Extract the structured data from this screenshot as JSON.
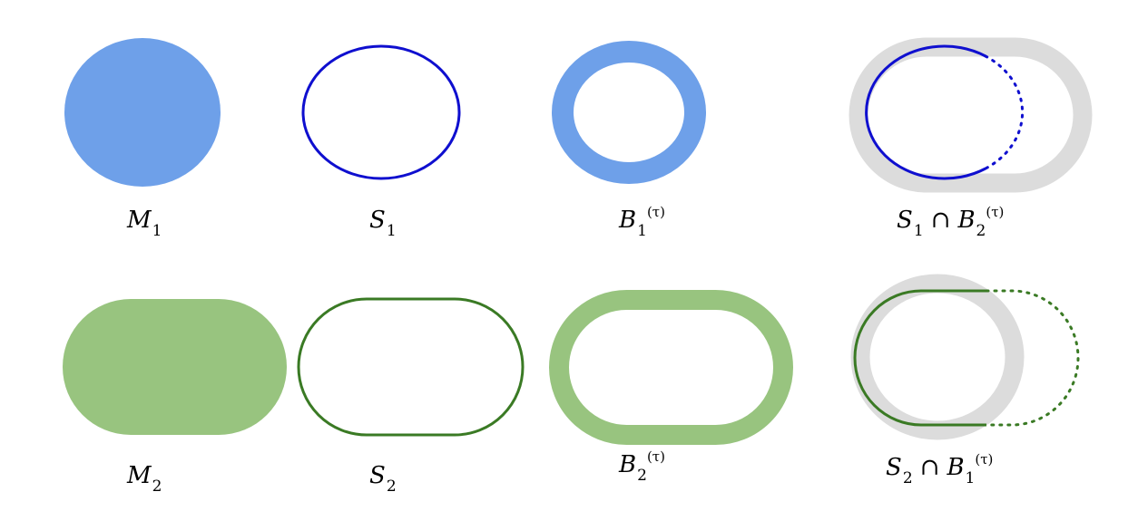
{
  "colors": {
    "blue_fill": "#6ea0e9",
    "blue_stroke": "#0f0fcf",
    "green_fill": "#98c47f",
    "green_stroke": "#3a7a24",
    "band_gray": "#dcdcdc"
  },
  "row1": {
    "m_label": {
      "letter": "M",
      "index": "1"
    },
    "s_label": {
      "letter": "S",
      "index": "1"
    },
    "b_label": {
      "letter": "B",
      "index": "1",
      "sup": "(τ)"
    },
    "inter_label": {
      "s_letter": "S",
      "s_index": "1",
      "op": "∩",
      "b_letter": "B",
      "b_index": "2",
      "sup": "(τ)"
    }
  },
  "row2": {
    "m_label": {
      "letter": "M",
      "index": "2"
    },
    "s_label": {
      "letter": "S",
      "index": "2"
    },
    "b_label": {
      "letter": "B",
      "index": "2",
      "sup": "(τ)"
    },
    "inter_label": {
      "s_letter": "S",
      "s_index": "2",
      "op": "∩",
      "b_letter": "B",
      "b_index": "1",
      "sup": "(τ)"
    }
  }
}
